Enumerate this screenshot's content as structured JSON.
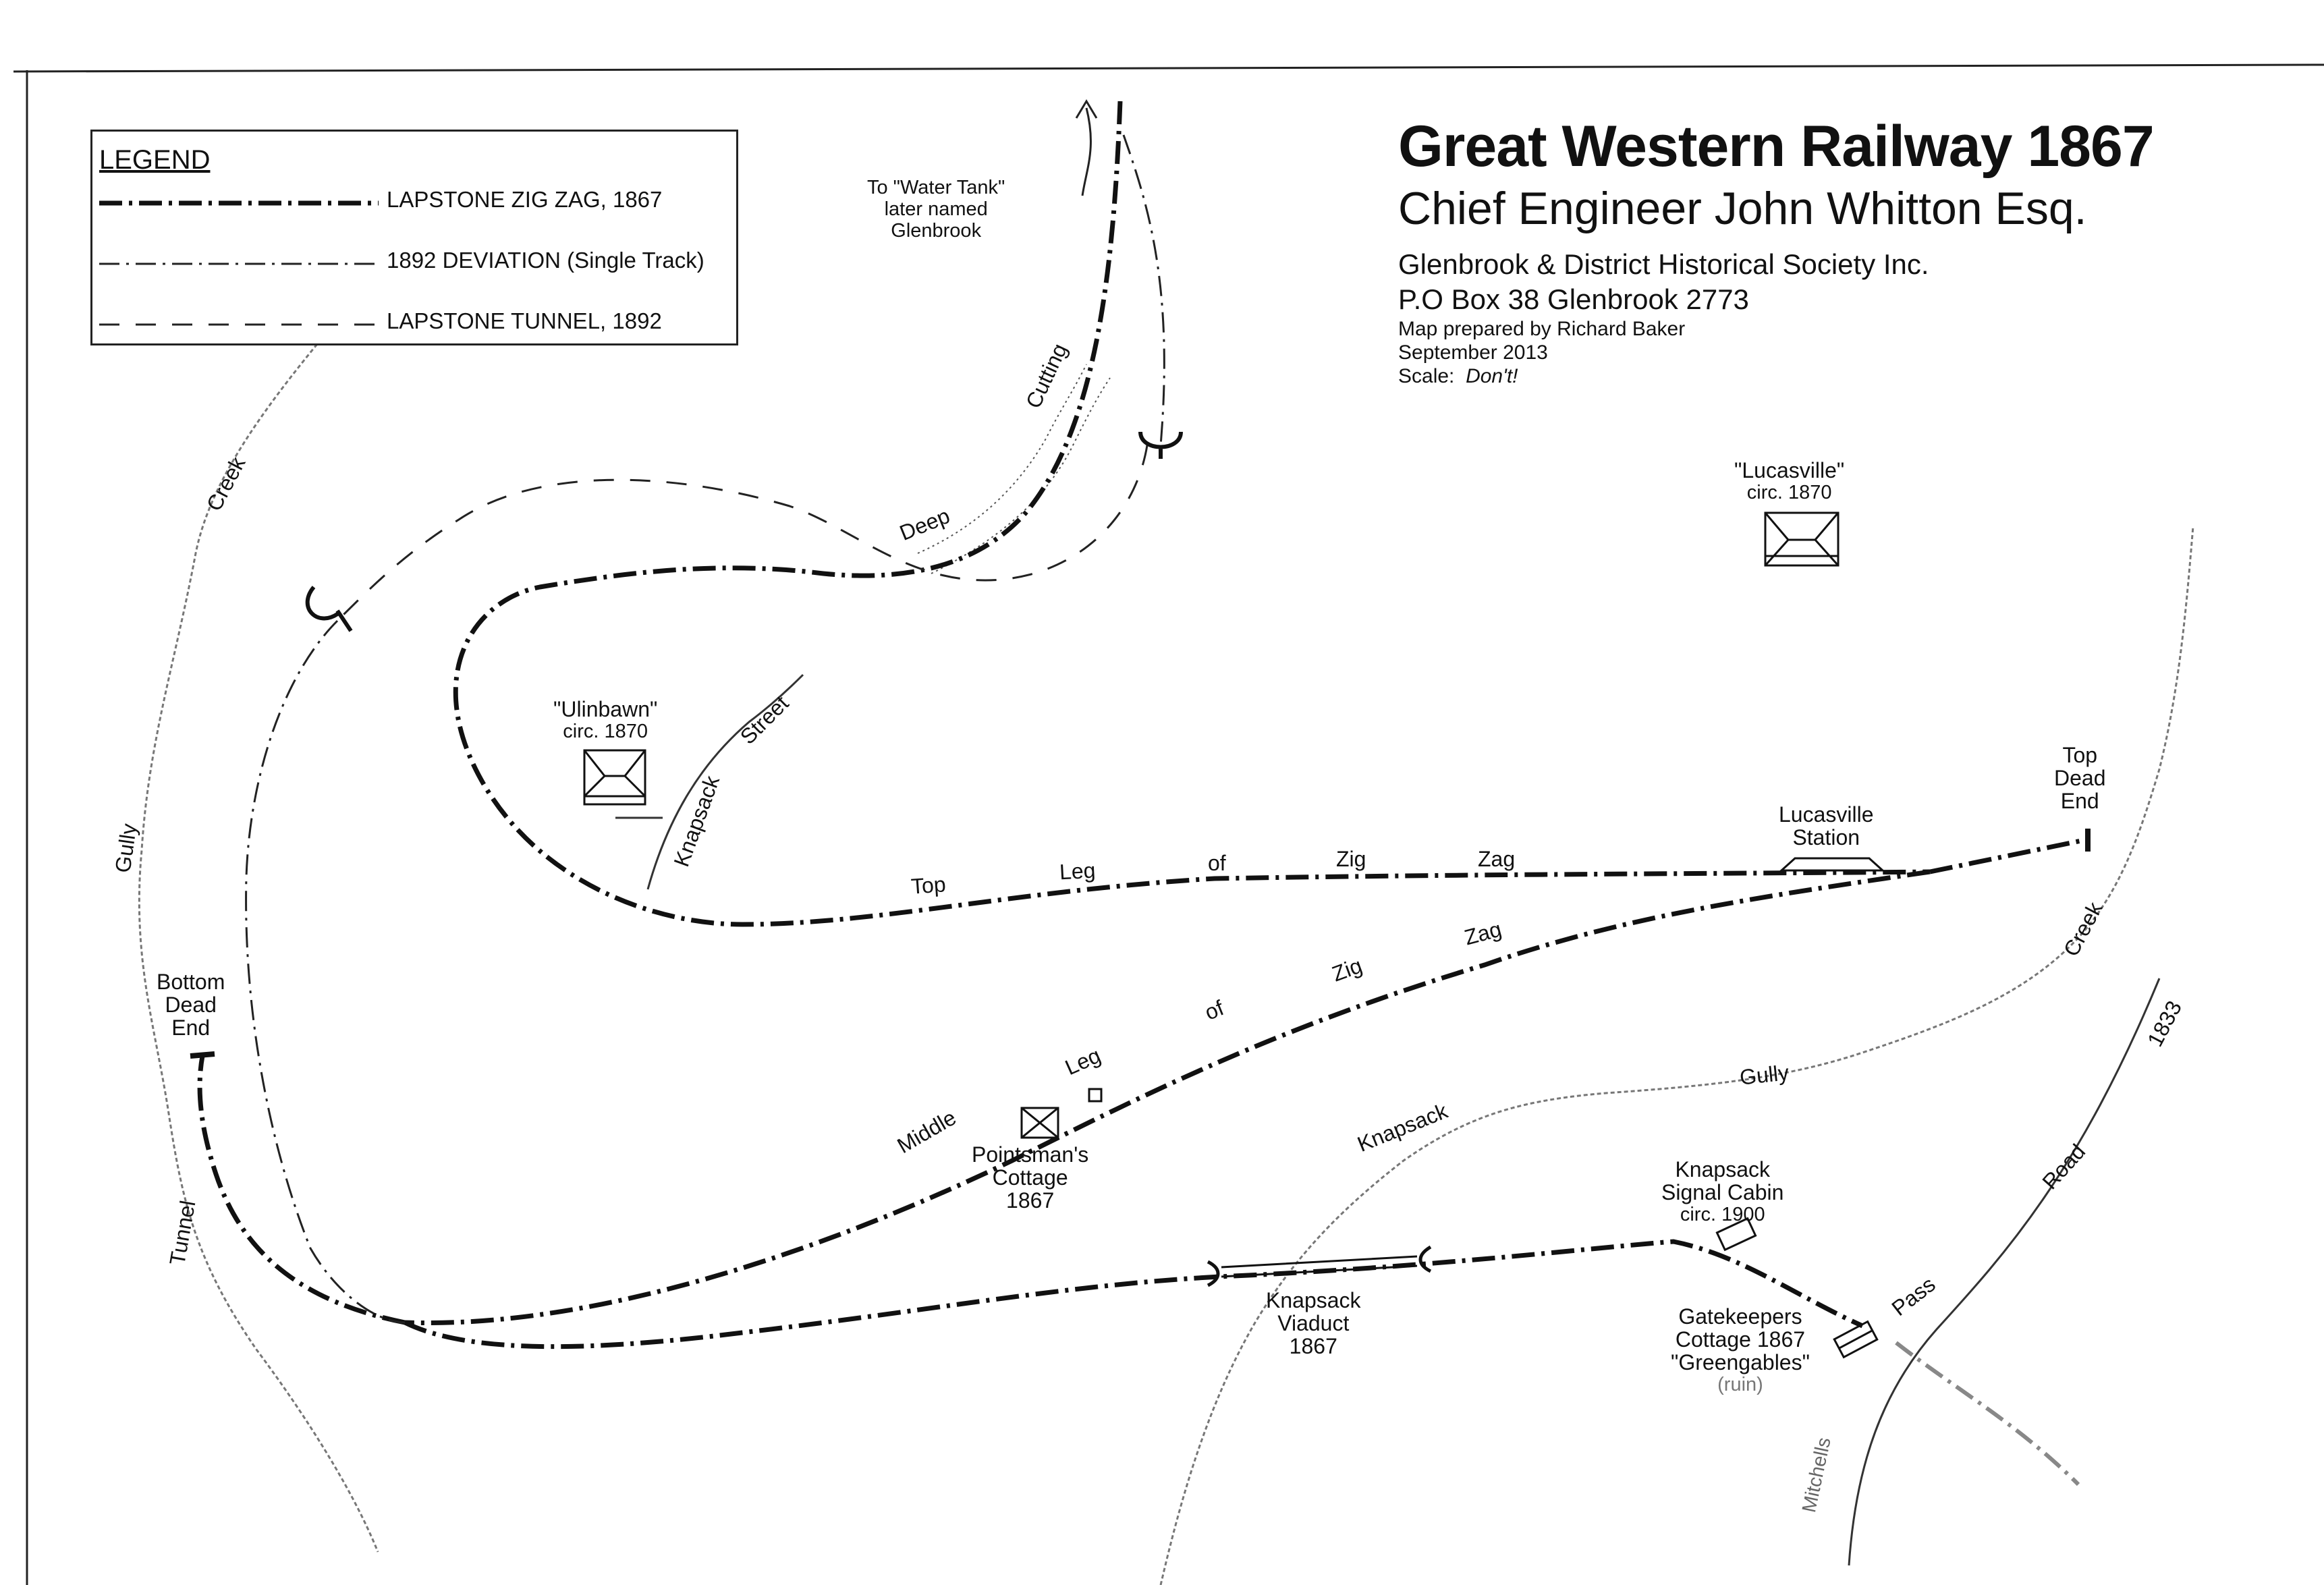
{
  "title": "Great Western Railway 1867",
  "subtitle": "Chief Engineer John Whitton Esq.",
  "society": [
    "Glenbrook & District Historical Society Inc.",
    "P.O Box 38 Glenbrook 2773"
  ],
  "prepared_by": "Map prepared by Richard Baker",
  "date": "September 2013",
  "scale_label": "Scale:",
  "scale_value": "Don't!",
  "legend": {
    "title": "LEGEND",
    "items": [
      {
        "label": "LAPSTONE ZIG ZAG, 1867"
      },
      {
        "label": "1892 DEVIATION (Single Track)"
      },
      {
        "label": "LAPSTONE TUNNEL, 1892"
      }
    ]
  },
  "labels": {
    "water_tank": [
      "To \"Water Tank\"",
      "later named",
      "Glenbrook"
    ],
    "deep": "Deep",
    "cutting": "Cutting",
    "lucasville_house": [
      "\"Lucasville\"",
      "circ. 1870"
    ],
    "ulinbawn": [
      "\"Ulinbawn\"",
      "circ. 1870"
    ],
    "street": "Street",
    "knapsack_street": "Knapsack",
    "creek_left": "Creek",
    "gully_left": "Gully",
    "tunnel_left": "Tunnel",
    "bottom_dead_end": [
      "Bottom",
      "Dead",
      "End"
    ],
    "top_dead_end": [
      "Top",
      "Dead",
      "End"
    ],
    "lucasville_station": [
      "Lucasville",
      "Station"
    ],
    "top_leg": [
      "Top",
      "Leg",
      "of",
      "Zig",
      "Zag"
    ],
    "middle_leg": [
      "Middle",
      "Leg",
      "of",
      "Zig",
      "Zag"
    ],
    "pointsman": [
      "Pointsman's",
      "Cottage",
      "1867"
    ],
    "creek_right": "Creek",
    "gully_right": "Gully",
    "knapsack_gully": "Knapsack",
    "road_1833": "1833",
    "road": "Road",
    "pass": "Pass",
    "mitchells": "Mitchells",
    "signal_cabin": [
      "Knapsack",
      "Signal Cabin",
      "circ. 1900"
    ],
    "viaduct": [
      "Knapsack",
      "Viaduct",
      "1867"
    ],
    "gatekeepers": [
      "Gatekeepers",
      "Cottage 1867",
      "\"Greengables\"",
      "(ruin)"
    ]
  }
}
